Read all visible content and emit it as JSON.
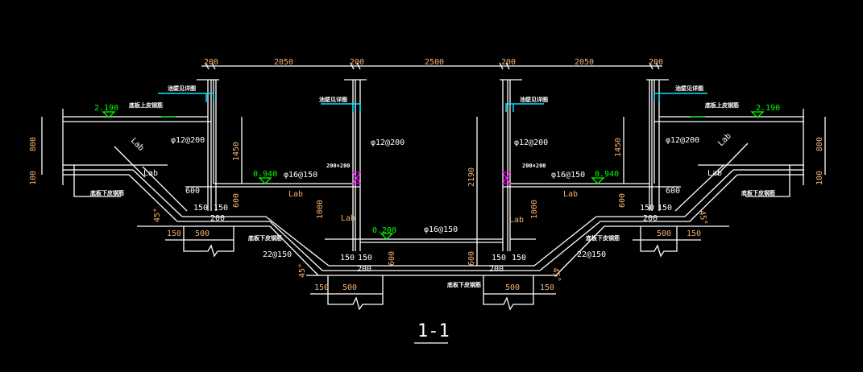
{
  "title": "1-1",
  "top_dims": [
    "200",
    "2050",
    "200",
    "2500",
    "200",
    "2050",
    "200"
  ],
  "elevations": {
    "left_top": "2.190",
    "left_ledge": "0.940",
    "center": "0.200",
    "right_ledge": "0.940",
    "right_top": "2.190"
  },
  "rebar": {
    "wall_l_outer": "φ12@200",
    "wall_l_inner": "φ12@200",
    "wall_r_inner": "φ12@200",
    "wall_r_outer": "φ12@200",
    "ledge_l": "φ16@150",
    "ledge_r": "φ16@150",
    "center_bar": "φ16@150",
    "slope_l": "22@150",
    "slope_r": "22@150",
    "haunch_l": "200×200",
    "haunch_r": "200×200"
  },
  "dims": {
    "h800": "800",
    "h100": "100",
    "h1450": "1450",
    "h600": "600",
    "h150": "150",
    "h200": "200",
    "h500": "500",
    "h2190": "2190",
    "h1000": "1000",
    "lab": "Lab",
    "angle": "45°"
  },
  "notes": {
    "wall_detail": "池壁见详图",
    "slab_top": "底板上皮钢筋",
    "slab_bottom": "底板下皮钢筋"
  },
  "colors": {
    "dimension": "#f5b070",
    "line": "#ffffff",
    "elevation": "#00ff00",
    "cyan": "#00e5ff",
    "magenta": "#ff00ff"
  }
}
